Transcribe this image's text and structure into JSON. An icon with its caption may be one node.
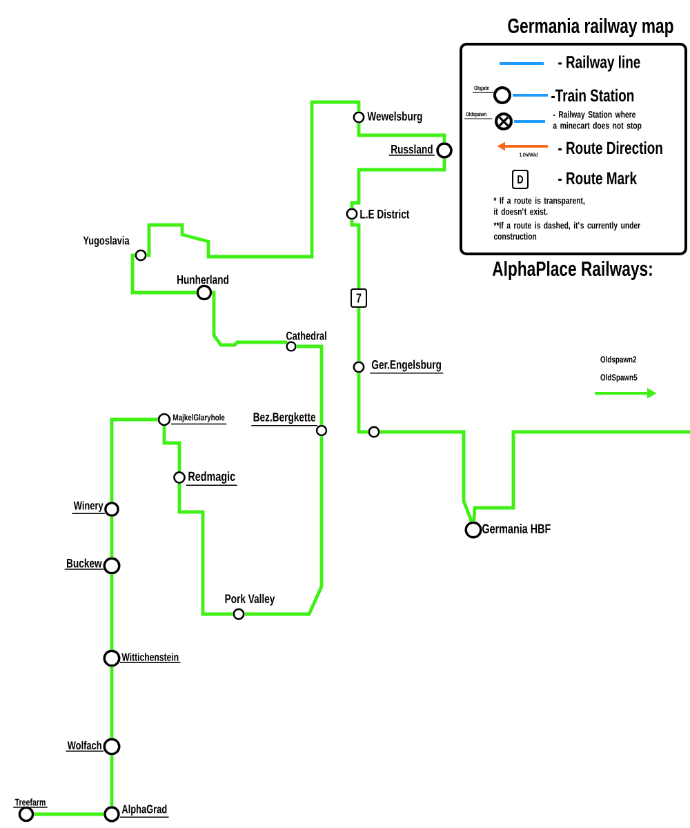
{
  "diagram": {
    "title": "Germania railway map",
    "nodes": [
      {
        "text": [],
        "shape": "circle",
        "beside": [
          "Wewelsburg"
        ]
      },
      {
        "text": [],
        "shape": "circle",
        "beside": [
          "Russland"
        ]
      },
      {
        "text": [],
        "shape": "circle",
        "beside": [
          "L.E District"
        ]
      },
      {
        "text": [],
        "shape": "circle",
        "beside": [
          "Yugoslavia"
        ]
      },
      {
        "text": [],
        "shape": "circle",
        "beside": [
          "Hunherland"
        ]
      },
      {
        "text": [],
        "shape": "circle",
        "beside": [
          "Cathedral"
        ]
      },
      {
        "text": [],
        "shape": "circle",
        "beside": [
          "Ger.Engelsburg"
        ]
      },
      {
        "text": [],
        "shape": "circle",
        "beside": [
          "MajkelGlaryhole"
        ]
      },
      {
        "text": [],
        "shape": "circle",
        "beside": [
          "Bez.Bergkette"
        ]
      },
      {
        "text": [],
        "shape": "circle"
      },
      {
        "text": [],
        "shape": "circle",
        "beside": [
          "Redmagic"
        ]
      },
      {
        "text": [],
        "shape": "circle",
        "beside": [
          "Winery"
        ]
      },
      {
        "text": [],
        "shape": "circle",
        "beside": [
          "Germania HBF"
        ]
      },
      {
        "text": [],
        "shape": "circle",
        "beside": [
          "Buckew"
        ]
      },
      {
        "text": [],
        "shape": "circle",
        "beside": [
          "Pork Valley"
        ]
      },
      {
        "text": [],
        "shape": "circle",
        "beside": [
          "Wittichenstein"
        ]
      },
      {
        "text": [],
        "shape": "circle",
        "beside": [
          "Wolfach"
        ]
      },
      {
        "text": [],
        "shape": "circle",
        "beside": [
          "Treefarm"
        ]
      },
      {
        "text": [],
        "shape": "circle",
        "beside": [
          "AlphaGrad"
        ]
      }
    ],
    "edges": [
      {
        "from": 17,
        "to": 18,
        "arrow": "none"
      },
      {
        "from": 18,
        "to": 16,
        "arrow": "none"
      },
      {
        "from": 16,
        "to": 15,
        "arrow": "none"
      },
      {
        "from": 15,
        "to": 13,
        "arrow": "none"
      },
      {
        "from": 13,
        "to": 11,
        "arrow": "none"
      },
      {
        "from": 11,
        "to": 7,
        "arrow": "none"
      },
      {
        "from": 7,
        "to": 10,
        "arrow": "none"
      },
      {
        "from": 10,
        "to": 14,
        "arrow": "none"
      },
      {
        "from": 14,
        "to": 8,
        "arrow": "none"
      },
      {
        "from": 8,
        "to": 5,
        "arrow": "none"
      },
      {
        "from": 5,
        "to": 4,
        "arrow": "none"
      },
      {
        "from": 4,
        "to": 3,
        "arrow": "none"
      },
      {
        "from": 3,
        "to": 0,
        "arrow": "none"
      },
      {
        "from": 0,
        "to": 1,
        "arrow": "none"
      },
      {
        "from": 1,
        "to": 2,
        "arrow": "none"
      },
      {
        "from": 2,
        "to": 6,
        "arrow": "none",
        "label": "7"
      },
      {
        "from": 6,
        "to": 9,
        "arrow": "none"
      },
      {
        "from": 9,
        "to": 12,
        "arrow": "none"
      },
      {
        "from": 12,
        "to": null,
        "arrow": "none"
      }
    ],
    "labels": [
      "Obgate",
      "Oldspawn",
      "1.OldWild",
      "D",
      "* If a route is transparent, it doesn't exist.",
      "**If a route is dashed, it's currently under construction",
      "AlphaPlace Railways:",
      "Oldspawn2",
      "OldSpawn5"
    ],
    "legend": [
      {
        "text": "- Railway line"
      },
      {
        "text": "-Train Station"
      },
      {
        "text": "- Railway Station where a minecart does not stop"
      },
      {
        "text": "- Route Direction"
      },
      {
        "text": "- Route Mark"
      }
    ]
  }
}
